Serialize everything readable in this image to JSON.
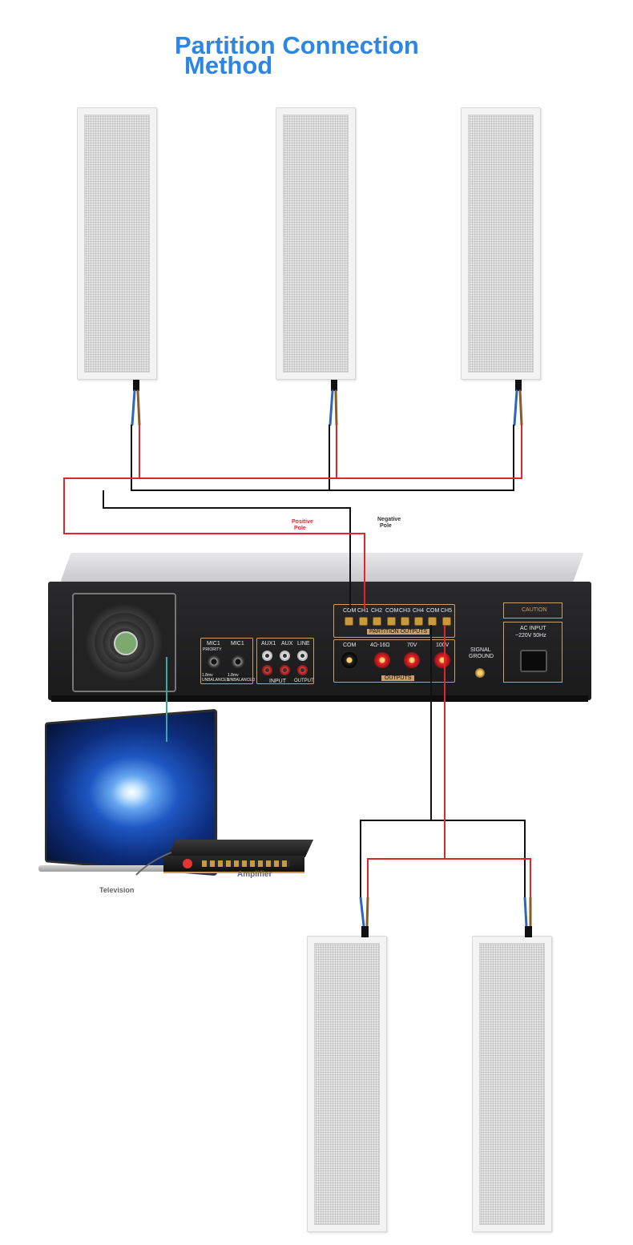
{
  "title": {
    "line1": "Partition Connection",
    "line2": "Method"
  },
  "labels": {
    "positive_line1": "Positive",
    "positive_line2": "Pole",
    "negative_line1": "Negative",
    "negative_line2": "Pole",
    "television": "Television",
    "amplifier": "Amplifier"
  },
  "amplifier_panel": {
    "mic1_priority": "MIC1",
    "mic1_priority_sub": "PRIORITY",
    "mic1": "MIC1",
    "balanced_1": "1.8mv UNBALANCED",
    "balanced_2": "1.8mv UNBALANCED",
    "aux1": "AUX1",
    "aux": "AUX",
    "line": "LINE",
    "input": "INPUT",
    "output": "OUTPUT",
    "channels": [
      "COM",
      "CH1",
      "CH2",
      "COM",
      "CH3",
      "CH4",
      "COM",
      "CH5"
    ],
    "partition_outputs": "PARTITION OUTPUTS",
    "outputs": "OUTPUTS",
    "out_com": "COM",
    "out_ohm": "4Ω-16Ω",
    "out_70v": "70V",
    "out_100v": "100V",
    "signal": "SIGNAL",
    "ground": "GROUND",
    "caution": "CAUTION",
    "ac_input": "AC INPUT",
    "ac_voltage": "~220V 50Hz"
  },
  "colors": {
    "title": "#2b86e6",
    "positive_wire": "#e0262c",
    "negative_wire": "#111111"
  }
}
